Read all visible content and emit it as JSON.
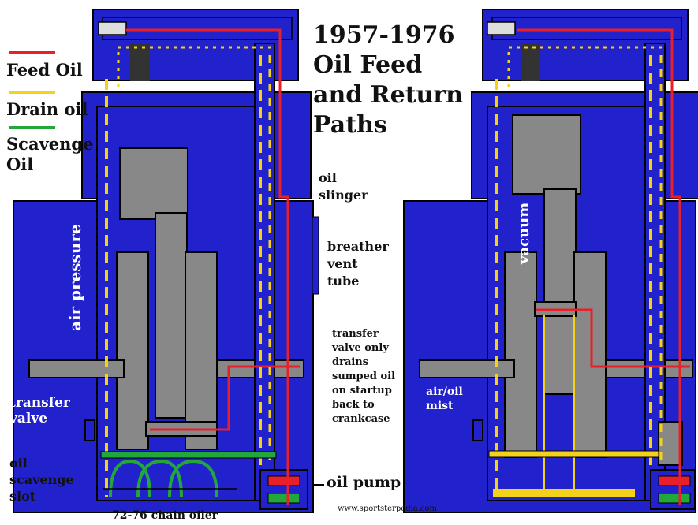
{
  "title_lines": [
    "1957-1976",
    "Oil Feed",
    "and Return",
    "Paths"
  ],
  "legend": [
    {
      "label": "Feed Oil",
      "color": "#e8202a"
    },
    {
      "label": "Drain oil",
      "color": "#f5d21a"
    },
    {
      "label": "Scavenge",
      "color": "#22a83a"
    }
  ],
  "legend_extra": "Oil",
  "labels": {
    "oil_slinger_1": "oil",
    "oil_slinger_2": "slinger",
    "breather_1": "breather",
    "breather_2": "vent",
    "breather_3": "tube",
    "air_pressure": "air pressure",
    "vacuum": "vacuum",
    "transfer_valve_1": "transfer",
    "transfer_valve_2": "valve",
    "oil_scavenge_1": "oil",
    "oil_scavenge_2": "scavenge",
    "oil_scavenge_3": "slot",
    "transfer_note": [
      "transfer",
      "valve only",
      "drains",
      "sumped oil",
      "on startup",
      "back to",
      "crankcase"
    ],
    "air_oil_mist_1": "air/oil",
    "air_oil_mist_2": "mist",
    "oil_pump": "oil pump",
    "chain_oiler": "72-76 chain oiler",
    "website": "www.sportsterpedia.com"
  },
  "colors": {
    "engine_blue": "#2222cc",
    "outline": "#000000",
    "piston_gray": "#888888",
    "feed_red": "#e8202a",
    "drain_yellow": "#f5d21a",
    "scavenge_green": "#22a83a"
  }
}
